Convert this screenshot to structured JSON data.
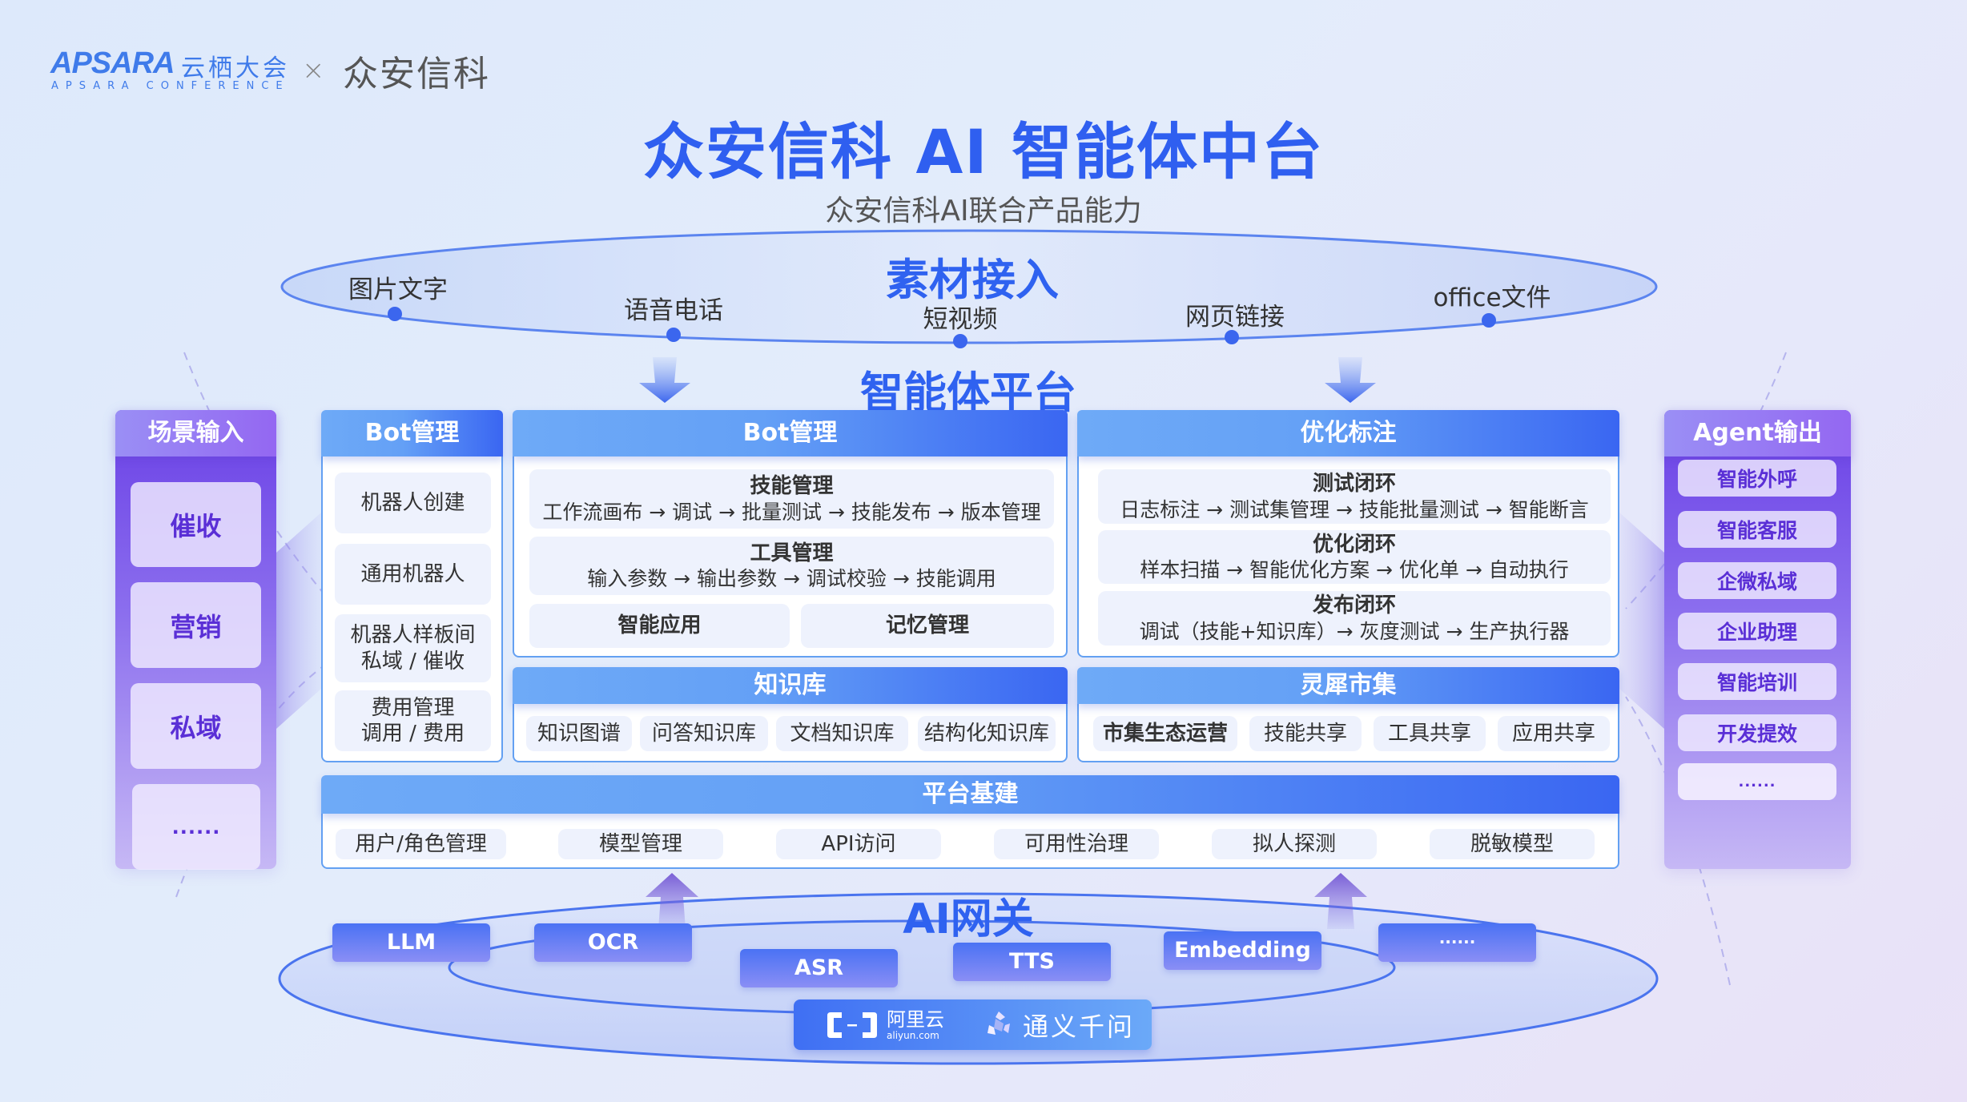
{
  "header": {
    "apsara_logo": "APSARA",
    "apsara_cn": "云栖大会",
    "apsara_sub": "APSARA CONFERENCE",
    "separator": "×",
    "partner_logo": "众安信科"
  },
  "title": "众安信科 AI 智能体中台",
  "subtitle": "众安信科AI联合产品能力",
  "material_access": {
    "label": "素材接入",
    "sources": [
      "图片文字",
      "语音电话",
      "短视频",
      "网页链接",
      "office文件"
    ]
  },
  "platform_label": "智能体平台",
  "scene_input": {
    "title": "场景输入",
    "items": [
      "催收",
      "营销",
      "私域",
      "......"
    ]
  },
  "agent_output": {
    "title": "Agent输出",
    "items": [
      "智能外呼",
      "智能客服",
      "企微私域",
      "企业助理",
      "智能培训",
      "开发提效",
      "......"
    ]
  },
  "bot_mgmt_left": {
    "title": "Bot管理",
    "items": [
      {
        "line1": "机器人创建"
      },
      {
        "line1": "通用机器人"
      },
      {
        "line1": "机器人样板间",
        "line2": "私域 / 催收"
      },
      {
        "line1": "费用管理",
        "line2": "调用 / 费用"
      }
    ]
  },
  "bot_mgmt_main": {
    "title": "Bot管理",
    "skill": {
      "heading": "技能管理",
      "flow": "工作流画布 → 调试 → 批量测试 → 技能发布 → 版本管理"
    },
    "tool": {
      "heading": "工具管理",
      "flow": "输入参数 → 输出参数 → 调试校验 → 技能调用"
    },
    "smart_app": "智能应用",
    "memory": "记忆管理"
  },
  "optimization": {
    "title": "优化标注",
    "loops": [
      {
        "heading": "测试闭环",
        "flow": "日志标注 → 测试集管理 → 技能批量测试 → 智能断言"
      },
      {
        "heading": "优化闭环",
        "flow": "样本扫描 → 智能优化方案 → 优化单 → 自动执行"
      },
      {
        "heading": "发布闭环",
        "flow": "调试（技能+知识库）→ 灰度测试 → 生产执行器"
      }
    ]
  },
  "knowledge_base": {
    "title": "知识库",
    "items": [
      "知识图谱",
      "问答知识库",
      "文档知识库",
      "结构化知识库"
    ]
  },
  "lingxi_market": {
    "title": "灵犀市集",
    "items": [
      "市集生态运营",
      "技能共享",
      "工具共享",
      "应用共享"
    ]
  },
  "platform_infra": {
    "title": "平台基建",
    "items": [
      "用户/角色管理",
      "模型管理",
      "API访问",
      "可用性治理",
      "拟人探测",
      "脱敏模型"
    ]
  },
  "ai_gateway": {
    "label": "AI网关",
    "models": [
      "LLM",
      "OCR",
      "ASR",
      "TTS",
      "Embedding",
      "......"
    ]
  },
  "providers": {
    "aliyun_cn": "阿里云",
    "aliyun_domain": "aliyun.com",
    "tongyi": "通义千问"
  },
  "colors": {
    "primary_blue": "#2f62f0",
    "card_border": "#63a0f2",
    "purple": "#6a40e6",
    "purple_text": "#5a2fd6"
  }
}
